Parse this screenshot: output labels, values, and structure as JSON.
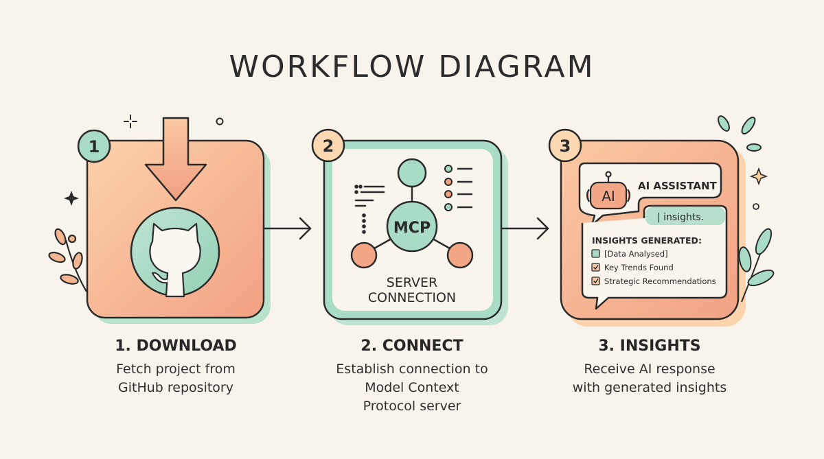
{
  "title": "WORKFLOW DIAGRAM",
  "colors": {
    "background": "#f8f4ec",
    "peach": "#f4b08e",
    "peach_light": "#fbd3ad",
    "mint": "#a9dcc4",
    "outline": "#2a2a2a",
    "cream": "#faf6ee"
  },
  "steps": [
    {
      "number": "1",
      "heading": "1. DOWNLOAD",
      "description_lines": [
        "Fetch project from",
        "GitHub repository"
      ],
      "icons": [
        "download-arrow-icon",
        "github-octocat-icon"
      ]
    },
    {
      "number": "2",
      "heading": "2. CONNECT",
      "description_lines": [
        "Establish connection to",
        "Model Context",
        "Protocol server"
      ],
      "hub_label": "MCP",
      "panel_label_lines": [
        "SERVER",
        "CONNECTION"
      ]
    },
    {
      "number": "3",
      "heading": "3. INSIGHTS",
      "description_lines": [
        "Receive AI response",
        "with generated insights"
      ],
      "robot_label": "AI",
      "assistant_label": "AI ASSISTANT",
      "reply_text": "| insights.",
      "insights_heading": "INSIGHTS GENERATED:",
      "checklist": [
        {
          "label": "[Data Analysed]",
          "checked": false
        },
        {
          "label": "Key Trends Found",
          "checked": true
        },
        {
          "label": "Strategic Recommendations",
          "checked": true
        }
      ]
    }
  ]
}
